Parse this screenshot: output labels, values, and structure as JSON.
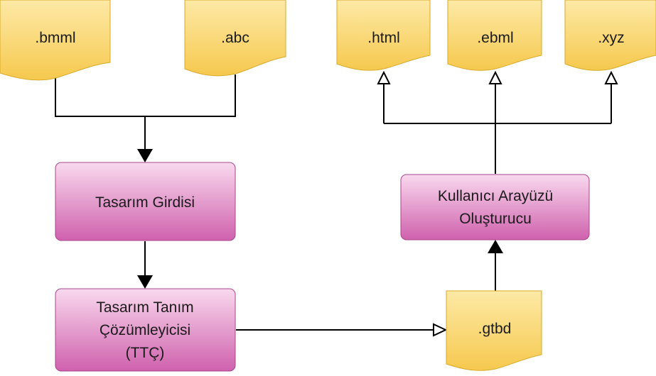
{
  "colors": {
    "doc_fill_top": "#fde9a6",
    "doc_fill_bottom": "#f6c94e",
    "doc_stroke": "#d9a928",
    "proc_fill_top": "#f9d9ee",
    "proc_fill_bottom": "#cf61ad",
    "proc_stroke": "#a8468a",
    "connector": "#000000",
    "background": "#ffffff"
  },
  "documents": {
    "bmml": ".bmml",
    "abc": ".abc",
    "html": ".html",
    "ebml": ".ebml",
    "xyz": ".xyz",
    "gtbd": ".gtbd"
  },
  "processes": {
    "design_input": [
      "Tasarım Girdisi"
    ],
    "design_parser": [
      "Tasarım Tanım",
      "Çözümleyicisi",
      "(TTÇ)"
    ],
    "ui_generator": [
      "Kullanıcı Arayüzü",
      "Oluşturucu"
    ]
  }
}
